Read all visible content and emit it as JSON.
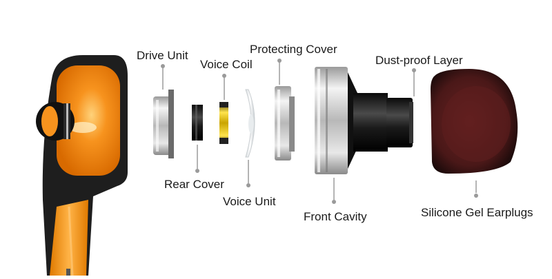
{
  "diagram": {
    "labels": {
      "drive_unit": "Drive Unit",
      "voice_coil": "Voice Coil",
      "protecting_cover": "Protecting Cover",
      "dust_proof_layer": "Dust-proof Layer",
      "rear_cover": "Rear Cover",
      "voice_unit": "Voice Unit",
      "front_cavity": "Front Cavity",
      "silicone_gel_earplugs": "Silicone Gel Earplugs"
    },
    "colors": {
      "shell_orange": "#f7931e",
      "shell_black": "#1e1e1e",
      "metal": "#c8c8c8",
      "coil_gold": "#e6c200",
      "earplug": "#5a1e1e",
      "leader": "#9a9a9a"
    }
  }
}
